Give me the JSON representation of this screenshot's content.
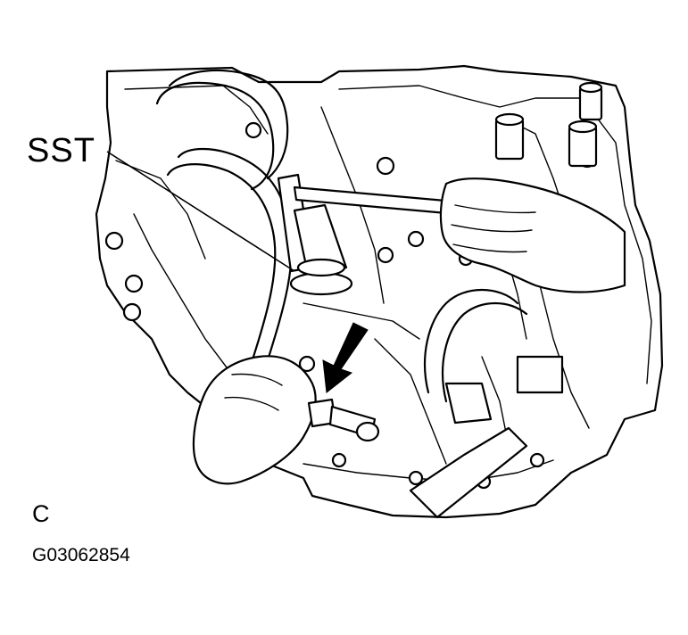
{
  "labels": {
    "tool": "SST",
    "view": "C",
    "figure_code": "G03062854"
  },
  "colors": {
    "line": "#000000",
    "background": "#ffffff"
  },
  "icons": {
    "direction_arrow": "arrow-down-left-icon"
  }
}
